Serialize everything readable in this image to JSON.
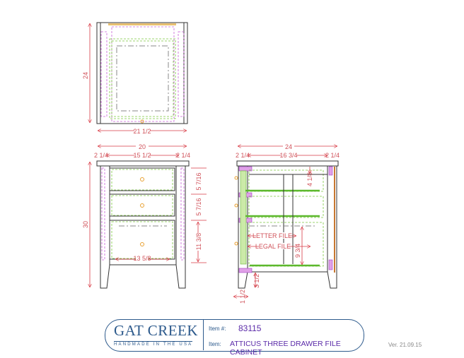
{
  "top_view": {
    "depth": "24",
    "width": "21 1/2"
  },
  "front_view": {
    "overall_width": "20",
    "side_left": "2 1/4",
    "inner_width": "15 1/2",
    "side_right": "2 1/4",
    "height": "30",
    "drawer1_height": "5 7/16",
    "drawer2_height": "5 7/16",
    "drawer3_height": "11 3/8",
    "drawer_inner_width": "13 5/8"
  },
  "side_view": {
    "overall_depth": "24",
    "side_left": "2 1/4",
    "inner_depth": "16 3/4",
    "side_right": "2 1/4",
    "top_gap": "4 1/8",
    "file_height": "9 3/4",
    "letter_file": "LETTER FILE",
    "legal_file": "LEGAL FILE",
    "bottom_clearance": "3 1/2",
    "leg_width": "1 1/2"
  },
  "title_block": {
    "brand": "GAT CREEK",
    "tagline": "HANDMADE IN THE USA",
    "item_number_label": "Item #:",
    "item_number": "83115",
    "item_label": "Item:",
    "item_name": "ATTICUS THREE DRAWER FILE CABINET",
    "version": "Ver. 21.09.15"
  },
  "colors": {
    "dimension": "#d83a44",
    "brand": "#2d5a8c",
    "item_text": "#5a2aa8"
  }
}
